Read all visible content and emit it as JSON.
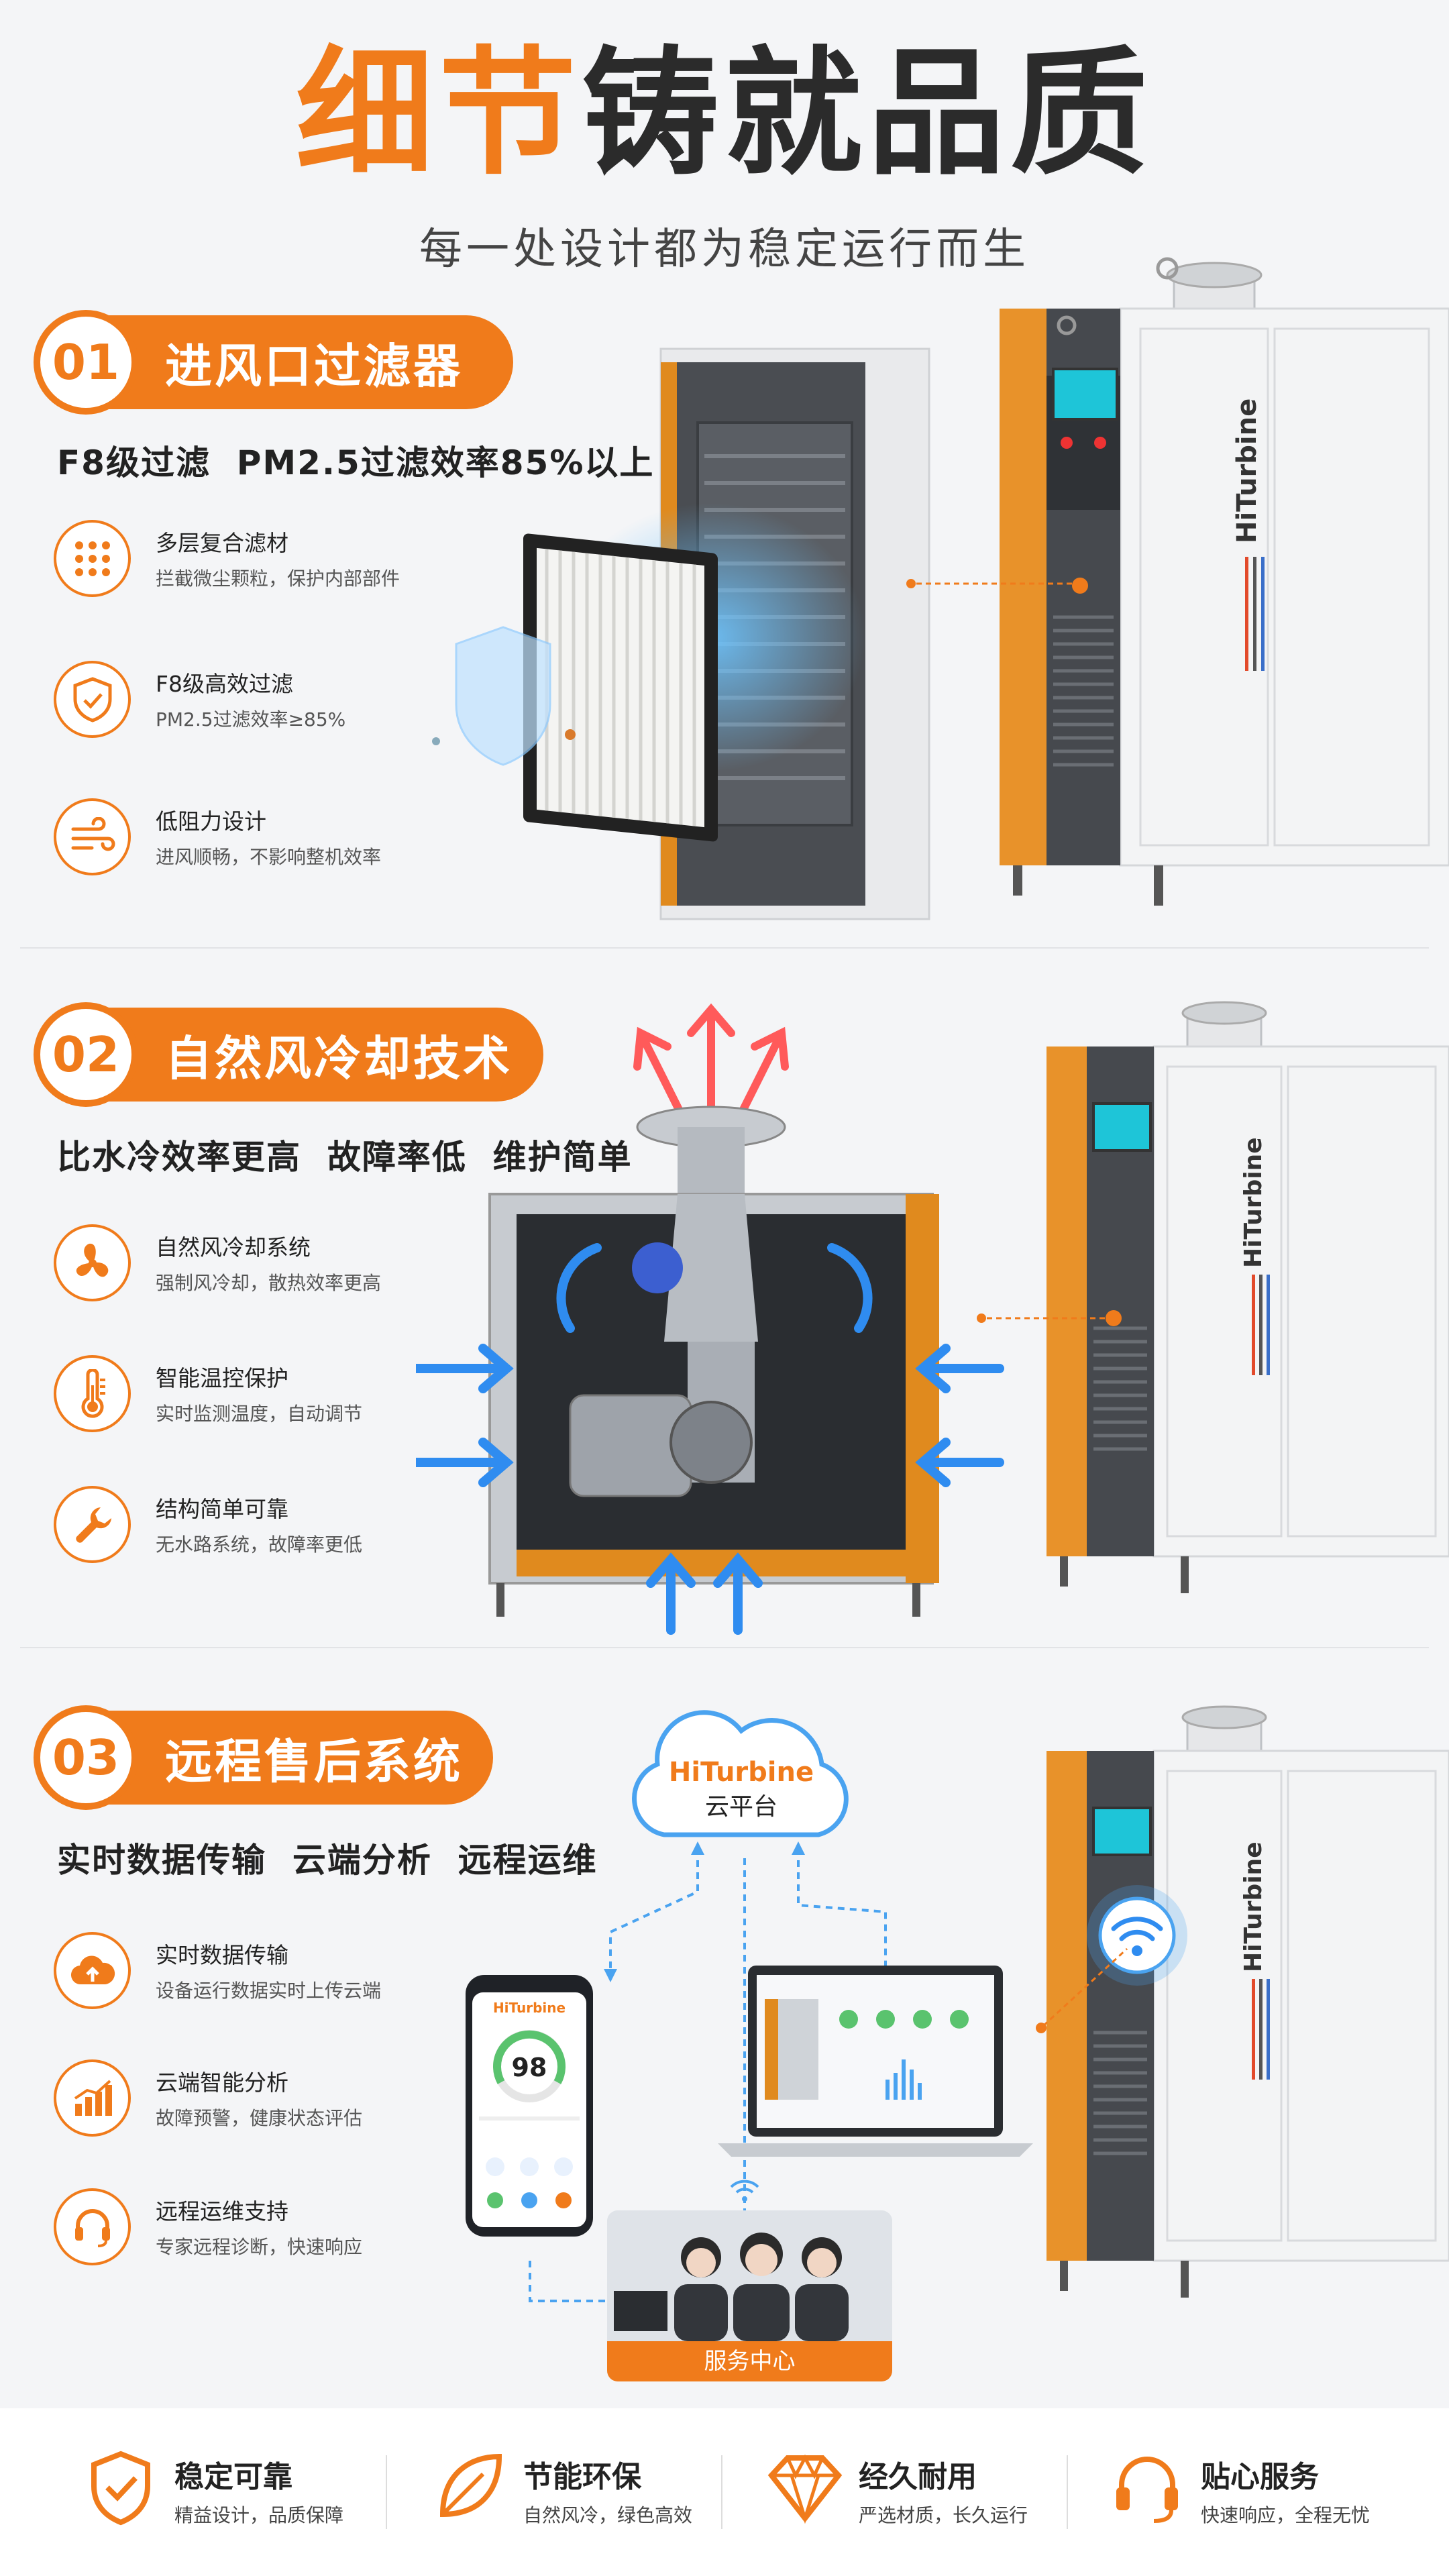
{
  "header": {
    "title_accent": "细节",
    "title_rest": "铸就品质",
    "subtitle": "每一处设计都为稳定运行而生"
  },
  "brand": {
    "logo_text": "HiTurbine",
    "colors": {
      "accent": "#f07b1b",
      "dark": "#2b2b2b",
      "blue": "#3b9df0"
    }
  },
  "sections": [
    {
      "num": "01",
      "title": "进风口过滤器",
      "subtitle": "F8级过滤  PM2.5过滤效率85%以上",
      "features": [
        {
          "icon": "grid-dots-icon",
          "title": "多层复合滤材",
          "desc": "拦截微尘颗粒，保护内部部件"
        },
        {
          "icon": "shield-check-icon",
          "title": "F8级高效过滤",
          "desc": "PM2.5过滤效率≥85%"
        },
        {
          "icon": "wind-icon",
          "title": "低阻力设计",
          "desc": "进风顺畅，不影响整机效率"
        }
      ]
    },
    {
      "num": "02",
      "title": "自然风冷却技术",
      "subtitle": "比水冷效率更高  故障率低  维护简单",
      "features": [
        {
          "icon": "fan-icon",
          "title": "自然风冷却系统",
          "desc": "强制风冷却，散热效率更高"
        },
        {
          "icon": "thermometer-icon",
          "title": "智能温控保护",
          "desc": "实时监测温度，自动调节"
        },
        {
          "icon": "wrench-icon",
          "title": "结构简单可靠",
          "desc": "无水路系统，故障率更低"
        }
      ]
    },
    {
      "num": "03",
      "title": "远程售后系统",
      "subtitle": "实时数据传输  云端分析  远程运维",
      "features": [
        {
          "icon": "cloud-upload-icon",
          "title": "实时数据传输",
          "desc": "设备运行数据实时上传云端"
        },
        {
          "icon": "bar-chart-icon",
          "title": "云端智能分析",
          "desc": "故障预警，健康状态评估"
        },
        {
          "icon": "headset-icon",
          "title": "远程运维支持",
          "desc": "专家远程诊断，快速响应"
        }
      ]
    }
  ],
  "cloud": {
    "brand": "HiTurbine",
    "label": "云平台"
  },
  "phone": {
    "brand": "HiTurbine",
    "score": "98"
  },
  "service_center": {
    "label": "服务中心"
  },
  "footer": [
    {
      "icon": "shield-check-icon",
      "title": "稳定可靠",
      "desc": "精益设计，品质保障"
    },
    {
      "icon": "leaf-icon",
      "title": "节能环保",
      "desc": "自然风冷，绿色高效"
    },
    {
      "icon": "diamond-icon",
      "title": "经久耐用",
      "desc": "严选材质，长久运行"
    },
    {
      "icon": "headset-icon",
      "title": "贴心服务",
      "desc": "快速响应，全程无忧"
    }
  ]
}
